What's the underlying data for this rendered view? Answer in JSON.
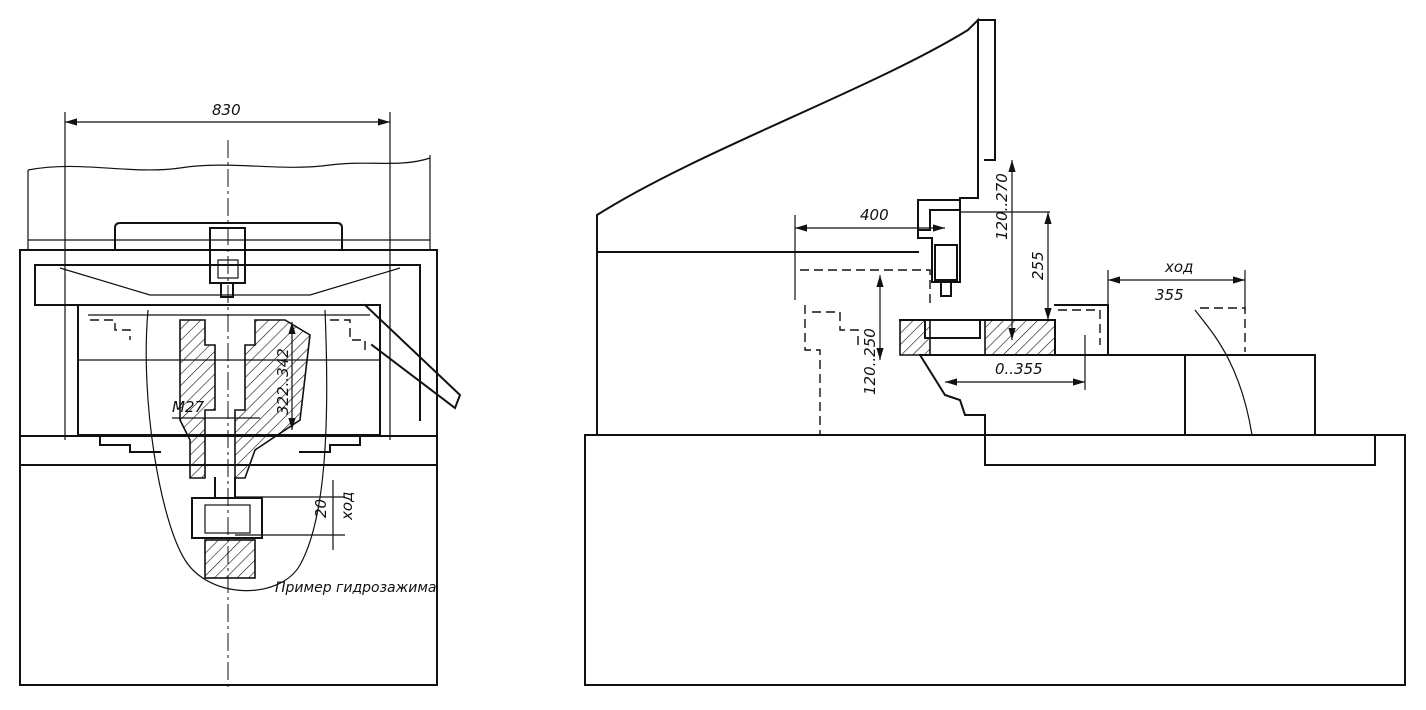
{
  "dimensions": {
    "width_830": "830",
    "h_322_342": "322..342",
    "thread_m27": "M27",
    "stroke_20": "20",
    "stroke_word_left": "ход",
    "d_400": "400",
    "d_120_270": "120..270",
    "d_255": "255",
    "d_120_250": "120..250",
    "d_0_355": "0..355",
    "stroke_word_right": "ход",
    "d_355": "355"
  },
  "labels": {
    "hydro_clamp_example": "Пример гидрозажима"
  }
}
